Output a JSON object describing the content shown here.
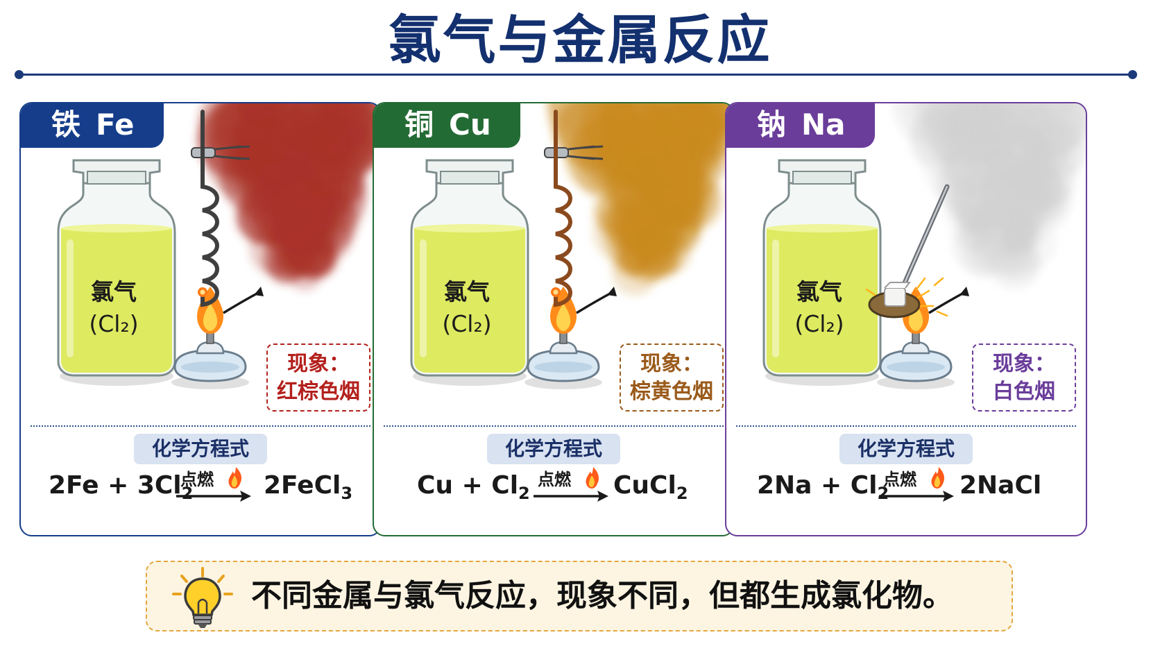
{
  "title": "氯气与金属反应",
  "colors": {
    "title": "#13306f",
    "iron": "#153d8a",
    "copper": "#236b34",
    "sodium": "#6a3d9a",
    "chlorine": "#dce853",
    "note_border": "#e3a73f"
  },
  "panels": [
    {
      "key": "iron",
      "name": "铁",
      "symbol": "Fe",
      "color": "#153d8a",
      "jar_label": "氯气",
      "jar_formula": "(Cl₂)",
      "observation_title": "现象：",
      "observation": "红棕色烟",
      "obs_color": "#b3201c",
      "smoke_color": "#a9342a",
      "holder": "wire-coil-iron",
      "equation_label": "化学方程式",
      "equation": {
        "left": [
          {
            "pre": "2Fe + 3Cl",
            "sub": "2"
          }
        ],
        "condition": "点燃",
        "right": [
          {
            "pre": "2FeCl",
            "sub": "3"
          }
        ]
      }
    },
    {
      "key": "copper",
      "name": "铜",
      "symbol": "Cu",
      "color": "#236b34",
      "jar_label": "氯气",
      "jar_formula": "(Cl₂)",
      "observation_title": "现象：",
      "observation": "棕黄色烟",
      "obs_color": "#9a5a1a",
      "smoke_color": "#c98a1e",
      "holder": "wire-coil-copper",
      "equation_label": "化学方程式",
      "equation": {
        "left": [
          {
            "pre": "Cu  +  Cl",
            "sub": "2"
          }
        ],
        "condition": "点燃",
        "right": [
          {
            "pre": "CuCl",
            "sub": "2"
          }
        ]
      }
    },
    {
      "key": "sodium",
      "name": "钠",
      "symbol": "Na",
      "color": "#6a3d9a",
      "jar_label": "氯气",
      "jar_formula": "(Cl₂)",
      "observation_title": "现象：",
      "observation": "白色烟",
      "obs_color": "#6a3d9a",
      "smoke_color": "#e8e8e8",
      "holder": "combustion-spoon",
      "equation_label": "化学方程式",
      "equation": {
        "left": [
          {
            "pre": "2Na + Cl",
            "sub": "2"
          }
        ],
        "condition": "点燃",
        "right": [
          {
            "pre": "2NaCl",
            "sub": ""
          }
        ]
      }
    }
  ],
  "note": {
    "text": "不同金属与氯气反应，现象不同，但都生成氯化物。",
    "icon": "lightbulb-icon"
  }
}
